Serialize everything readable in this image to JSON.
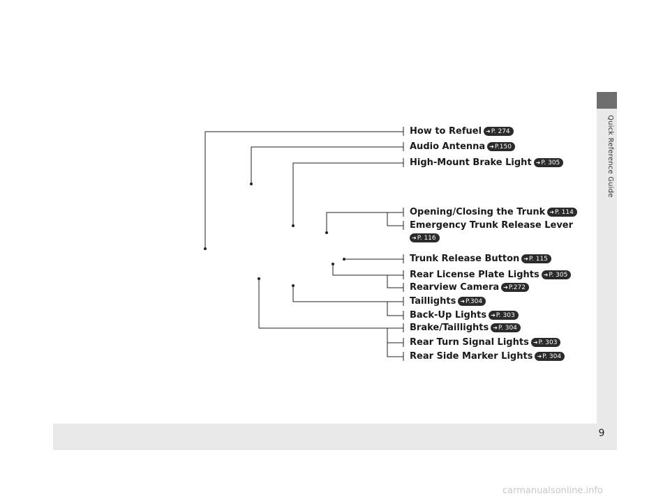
{
  "side_tab": {
    "label": "Quick Reference Guide"
  },
  "page_number": "9",
  "watermark": "carmanualsonline.info",
  "items": [
    {
      "label": "How to Refuel",
      "ref": "P. 274"
    },
    {
      "label": "Audio Antenna",
      "ref": "P.150"
    },
    {
      "label": "High-Mount Brake Light",
      "ref": "P. 305"
    },
    {
      "label": "Opening/Closing the Trunk",
      "ref": "P. 114"
    },
    {
      "label": "Emergency Trunk Release Lever",
      "ref": "P. 116"
    },
    {
      "label": "Trunk Release Button",
      "ref": "P. 115"
    },
    {
      "label": "Rear License Plate Lights",
      "ref": "P. 305"
    },
    {
      "label": "Rearview Camera",
      "ref": "P.272"
    },
    {
      "label": "Taillights",
      "ref": "P.304"
    },
    {
      "label": "Back-Up Lights",
      "ref": "P. 303"
    },
    {
      "label": "Brake/Taillights",
      "ref": "P. 304"
    },
    {
      "label": "Rear Turn Signal Lights",
      "ref": "P. 303"
    },
    {
      "label": "Rear Side Marker Lights",
      "ref": "P. 304"
    }
  ]
}
